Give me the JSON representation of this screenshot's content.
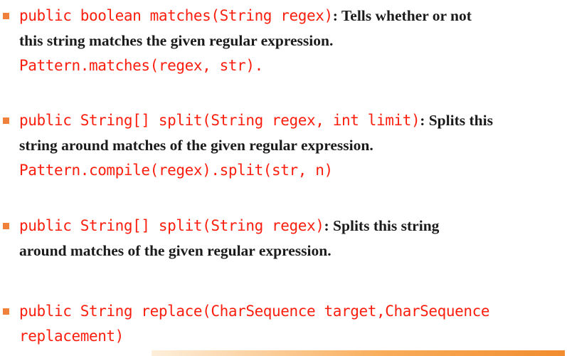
{
  "slide": {
    "colors": {
      "background": "#FFFFFF",
      "bullet_marker": "#F0813A",
      "code_text": "#FB1E0E",
      "body_text": "#1B1B1B",
      "footer_gradient_left": "#FDEFDB",
      "footer_gradient_mid": "#F9AE5C",
      "footer_gradient_right": "#F18C2F"
    },
    "bullets": [
      {
        "lines": [
          [
            {
              "style": "code",
              "text": "public boolean matches(String regex)"
            },
            {
              "style": "plain",
              "text": ": Tells whether or not"
            }
          ],
          [
            {
              "style": "plain",
              "text": "this string matches the given regular expression."
            }
          ],
          [
            {
              "style": "code",
              "text": "Pattern.matches(regex, str)."
            }
          ]
        ]
      },
      {
        "lines": [
          [
            {
              "style": "code",
              "text": "public String[] split(String regex, int limit)"
            },
            {
              "style": "plain",
              "text": ": Splits this"
            }
          ],
          [
            {
              "style": "plain",
              "text": "string around matches of the given regular expression."
            }
          ],
          [
            {
              "style": "code",
              "text": "Pattern.compile(regex).split(str, n)"
            }
          ]
        ]
      },
      {
        "lines": [
          [
            {
              "style": "code",
              "text": "public String[] split(String regex)"
            },
            {
              "style": "plain",
              "text": ": Splits this string"
            }
          ],
          [
            {
              "style": "plain",
              "text": "around matches of the given regular expression."
            }
          ]
        ]
      },
      {
        "lines": [
          [
            {
              "style": "code",
              "text": "public String replace(CharSequence target,CharSequence"
            }
          ],
          [
            {
              "style": "code",
              "text": "replacement)"
            }
          ]
        ]
      }
    ]
  }
}
